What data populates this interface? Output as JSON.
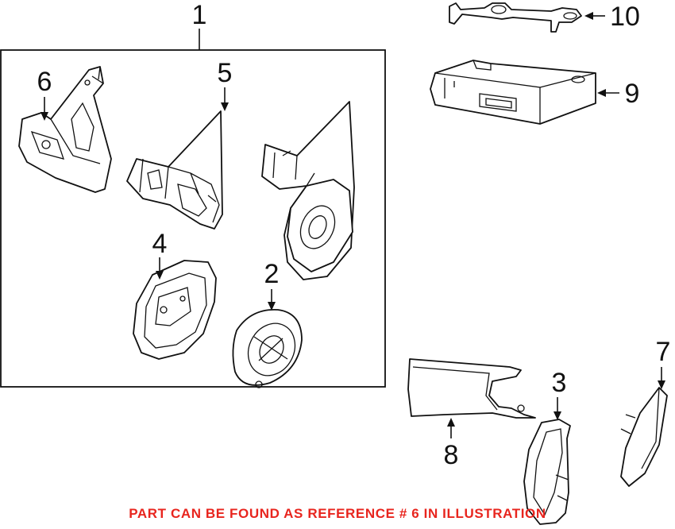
{
  "callouts": {
    "c1": "1",
    "c2": "2",
    "c3": "3",
    "c4": "4",
    "c5": "5",
    "c6": "6",
    "c7": "7",
    "c8": "8",
    "c9": "9",
    "c10": "10"
  },
  "footer_note": "PART CAN BE FOUND AS REFERENCE # 6 IN ILLUSTRATION",
  "colors": {
    "line": "#111111",
    "note": "#e8251e",
    "background": "#ffffff"
  },
  "icons": [
    "mirror-bracket-icon",
    "mirror-housing-icon",
    "mirror-assembly-icon",
    "mirror-frame-icon",
    "power-motor-icon",
    "mirror-cover-icon",
    "mirror-glass-icon",
    "mirror-cap-icon",
    "control-module-icon",
    "wire-bracket-icon"
  ]
}
